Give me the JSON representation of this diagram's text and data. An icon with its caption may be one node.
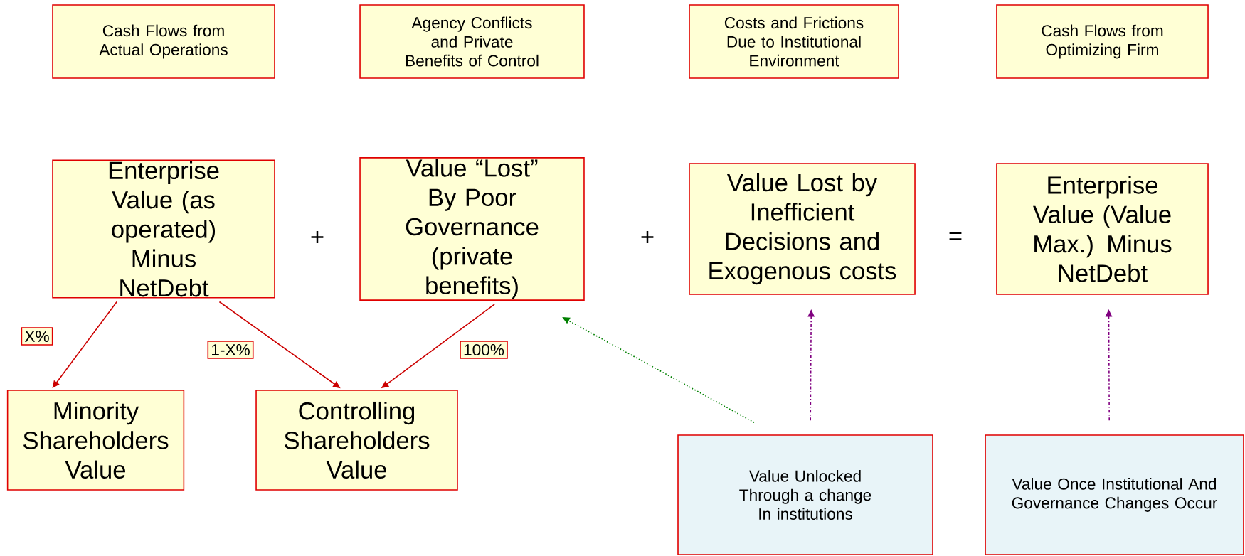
{
  "diagram": {
    "nodes": [
      {
        "text": [
          "Cash Flows from Actual Operations"
        ]
      },
      {
        "text": [
          "Agency Conflicts and Private Benefits of Control"
        ]
      },
      {
        "text": [
          "Costs and Frictions Due to Institutional Environment"
        ]
      },
      {
        "text": [
          "Cash Flows from Optimizing Firm"
        ]
      },
      {
        "text": [
          "Enterprise Value (as operated) Minus NetDebt"
        ]
      },
      {
        "text": [
          "Value “Lost” By Poor Governance (private benefits)"
        ]
      },
      {
        "text": [
          "Value Lost by Inefficient Decisions and Exogenous costs"
        ]
      },
      {
        "text": [
          "Enterprise Value (Value Max.) Minus NetDebt"
        ]
      },
      {
        "text": [
          "Minority Shareholders Value"
        ]
      },
      {
        "text": [
          "Controlling Shareholders Value"
        ]
      },
      {
        "text": [
          "Value Unlocked Through a change In institutions"
        ]
      },
      {
        "text": [
          "Value Once Institutional And Governance Changes Occur"
        ]
      }
    ],
    "edges": [
      {
        "from": 4,
        "to": 8,
        "arrow": "to",
        "label": "X%"
      },
      {
        "from": 4,
        "to": 9,
        "arrow": "to",
        "label": "1-X%"
      },
      {
        "from": 5,
        "to": 9,
        "arrow": "to",
        "label": "100%"
      },
      {
        "from": 10,
        "to": 5,
        "arrow": "to",
        "style": "dashed",
        "color": "#008000"
      },
      {
        "from": 10,
        "to": 6,
        "arrow": "to",
        "style": "dashed",
        "color": "#800080"
      },
      {
        "from": 11,
        "to": 7,
        "arrow": "to",
        "style": "dashed",
        "color": "#800080"
      }
    ],
    "labels": [
      "+",
      "+",
      "="
    ]
  }
}
